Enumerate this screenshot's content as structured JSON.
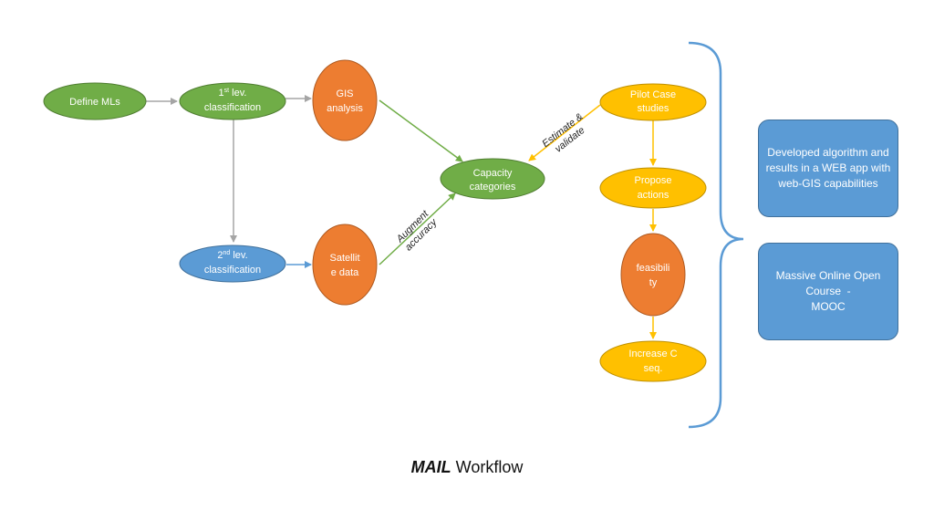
{
  "colors": {
    "green": "#70AD47",
    "blue": "#5B9BD5",
    "orange": "#ED7D31",
    "yellow": "#FFC000",
    "gray_arrow": "#A5A5A5",
    "bracket": "#5B9BD5"
  },
  "nodes": {
    "define_mls": {
      "lines": [
        "Define MLs"
      ]
    },
    "first_lev": {
      "lines": [
        "1st lev.",
        "classification"
      ],
      "sup": "st"
    },
    "gis": {
      "lines": [
        "GIS",
        "analysis"
      ]
    },
    "capacity": {
      "lines": [
        "Capacity",
        "categories"
      ]
    },
    "second_lev": {
      "lines": [
        "2nd lev.",
        "classification"
      ],
      "sup": "nd"
    },
    "satellite": {
      "lines": [
        "Satellit",
        "e data"
      ]
    },
    "pilot": {
      "lines": [
        "Pilot Case",
        "studies"
      ]
    },
    "propose": {
      "lines": [
        "Propose",
        "actions"
      ]
    },
    "feasibility": {
      "lines": [
        "feasibili",
        "ty"
      ]
    },
    "increase": {
      "lines": [
        "Increase C",
        "seq."
      ]
    }
  },
  "edge_labels": {
    "estimate": [
      "Estimate &",
      "validate"
    ],
    "augment": [
      "Augment",
      "accuracy"
    ]
  },
  "outputs": {
    "web_app": [
      "Developed algorithm and",
      "results in a WEB app with",
      "web-GIS capabilities"
    ],
    "mooc": [
      "Massive Online Open",
      "Course  -",
      "MOOC"
    ]
  },
  "title": {
    "bold": "MAIL",
    "rest": " Workflow"
  }
}
